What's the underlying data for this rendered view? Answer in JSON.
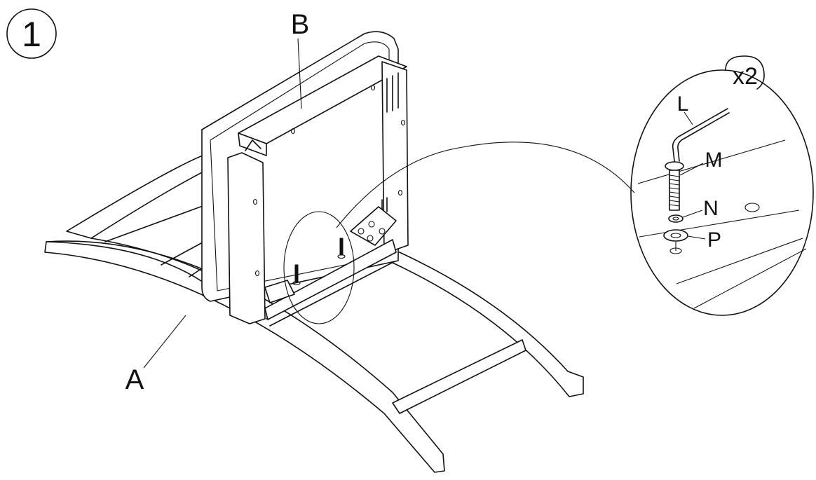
{
  "step": {
    "number": "1",
    "quantity": "x2"
  },
  "parts": {
    "A": "A",
    "B": "B",
    "L": "L",
    "M": "M",
    "N": "N",
    "P": "P"
  },
  "colors": {
    "line": "#111111",
    "background": "#ffffff"
  }
}
